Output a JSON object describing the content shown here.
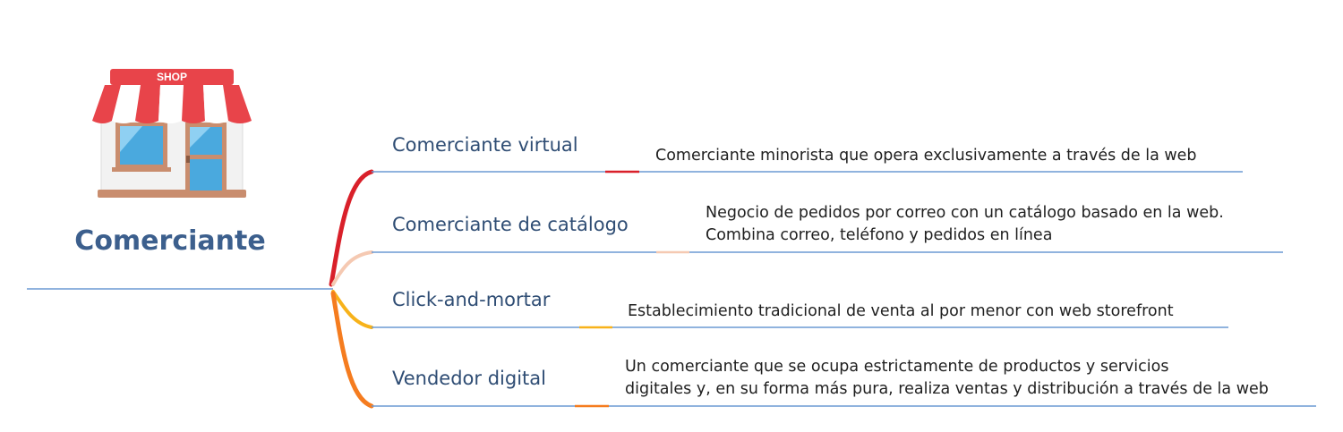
{
  "root": {
    "title": "Comerciante",
    "icon": "shop-storefront-icon",
    "icon_text": "SHOP"
  },
  "colors": {
    "title": "#3c5f8d",
    "branch_text": "#2f4d74",
    "underline": "#6b9ad4",
    "awning_red": "#e8444a",
    "window_blue": "#4aa9de"
  },
  "branches": [
    {
      "label": "Comerciante virtual",
      "color": "#d9202a",
      "description": [
        "Comerciante minorista que opera exclusivamente a través de la web"
      ]
    },
    {
      "label": "Comerciante de catálogo",
      "color": "#f5c9b2",
      "description": [
        "Negocio de pedidos por correo con un catálogo basado en la web.",
        "Combina correo, teléfono y pedidos en línea"
      ]
    },
    {
      "label": "Click-and-mortar",
      "color": "#f7b21a",
      "description": [
        "Establecimiento tradicional de venta al por menor con web storefront"
      ]
    },
    {
      "label": "Vendedor digital",
      "color": "#f57c1f",
      "description": [
        "Un comerciante que se ocupa estrictamente de productos y servicios",
        "digitales y, en su forma más pura, realiza ventas y distribución a través de la web"
      ]
    }
  ]
}
